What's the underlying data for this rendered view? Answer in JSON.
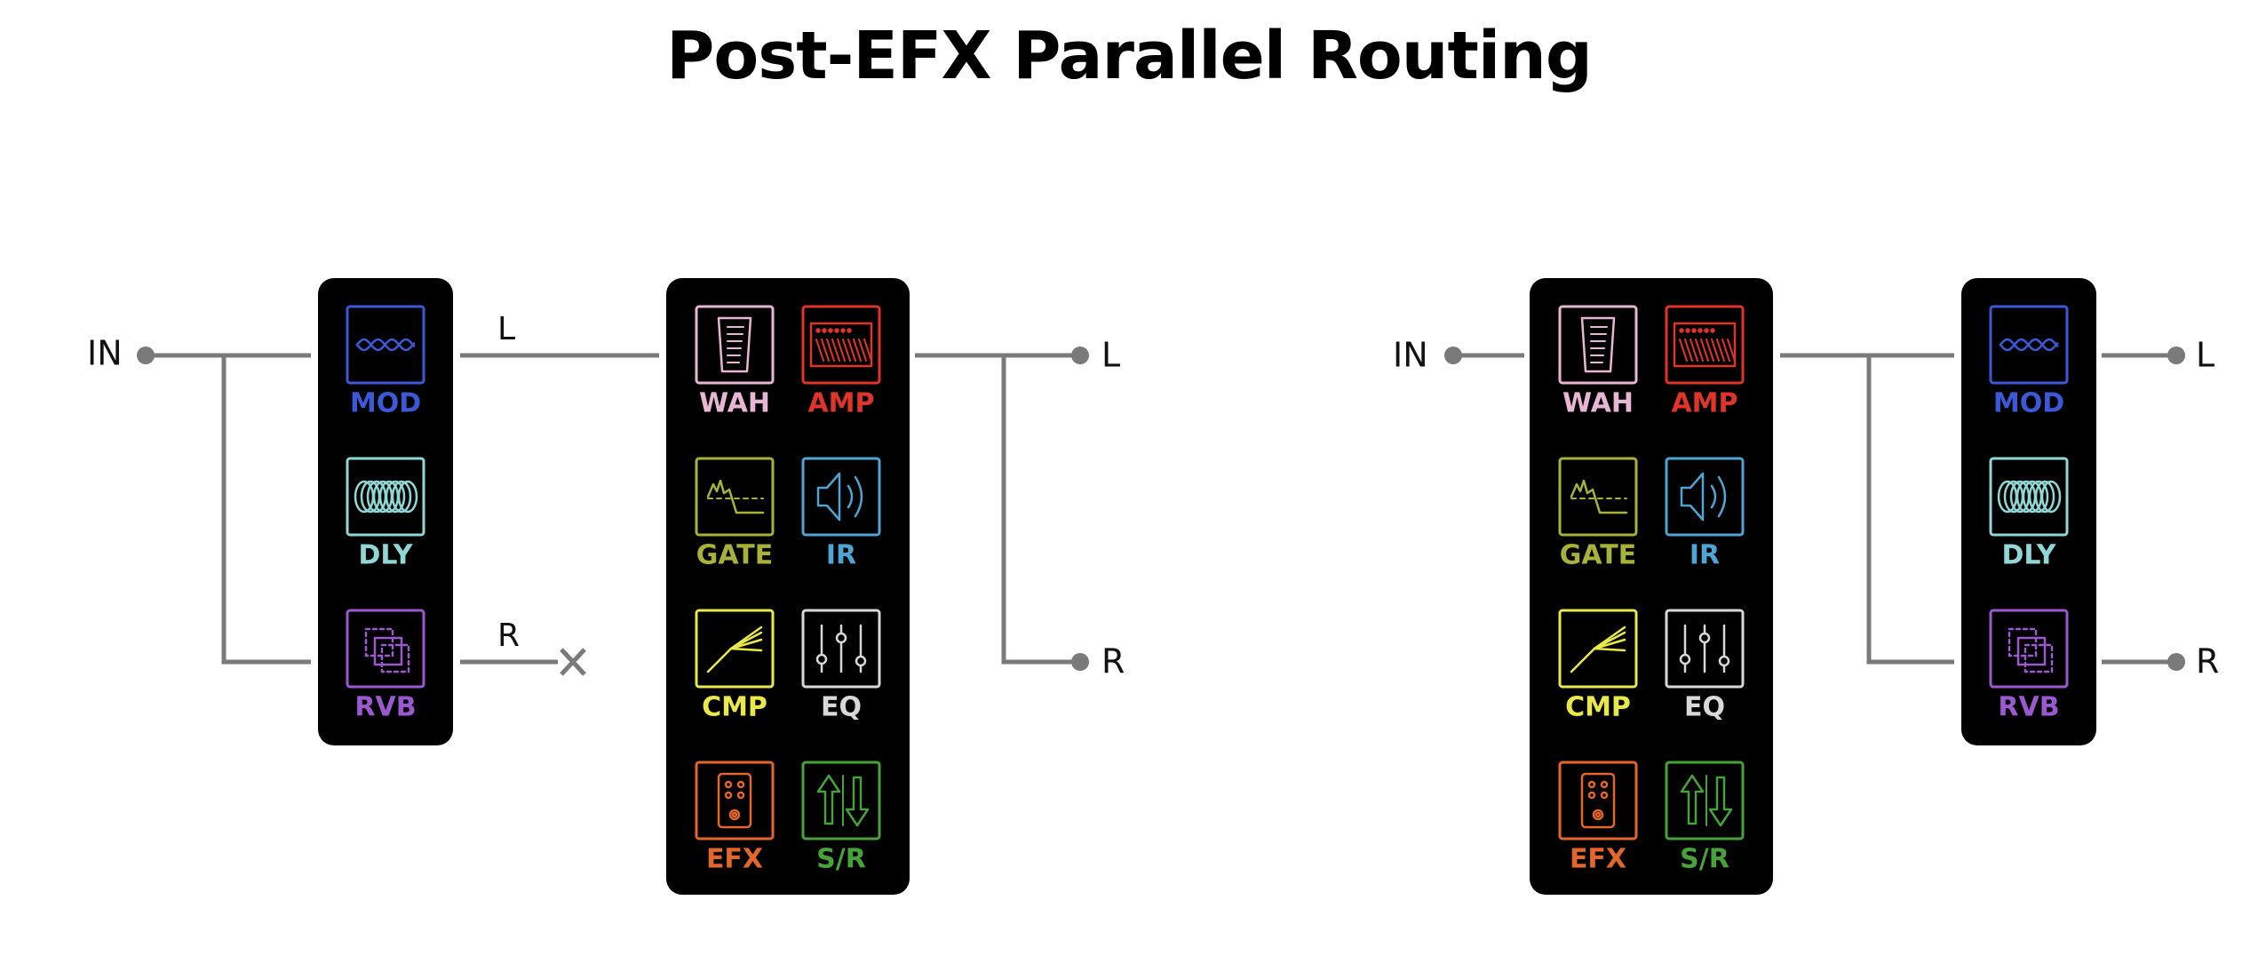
{
  "title": "Post-EFX Parallel Routing",
  "colors": {
    "wire": "#7a7a7a",
    "panel": "#000000",
    "MOD": "#3b59d6",
    "DLY": "#8fd8d6",
    "RVB": "#9b59d0",
    "WAH": "#e6b6d3",
    "AMP": "#e0342b",
    "GATE": "#a8b23a",
    "IR": "#4ea4d2",
    "CMP": "#e9e84a",
    "EQ": "#d8d8d8",
    "EFX": "#e3662b",
    "SR": "#48a23a"
  },
  "blocks": {
    "MOD": {
      "label": "MOD",
      "icon": "mod-wave-icon"
    },
    "DLY": {
      "label": "DLY",
      "icon": "delay-coil-icon"
    },
    "RVB": {
      "label": "RVB",
      "icon": "reverb-squares-icon"
    },
    "WAH": {
      "label": "WAH",
      "icon": "wah-pedal-icon"
    },
    "AMP": {
      "label": "AMP",
      "icon": "amp-cabinet-icon"
    },
    "GATE": {
      "label": "GATE",
      "icon": "gate-curve-icon"
    },
    "IR": {
      "label": "IR",
      "icon": "speaker-icon"
    },
    "CMP": {
      "label": "CMP",
      "icon": "compressor-curve-icon"
    },
    "EQ": {
      "label": "EQ",
      "icon": "eq-sliders-icon"
    },
    "EFX": {
      "label": "EFX",
      "icon": "efx-pedal-icon"
    },
    "SR": {
      "label": "S/R",
      "icon": "send-return-arrows-icon"
    }
  },
  "diagram_left": {
    "in_label": "IN",
    "upper_branch_label": "L",
    "lower_branch_label": "R",
    "out_l_label": "L",
    "out_r_label": "R"
  },
  "diagram_right": {
    "in_label": "IN",
    "out_l_label": "L",
    "out_r_label": "R"
  }
}
